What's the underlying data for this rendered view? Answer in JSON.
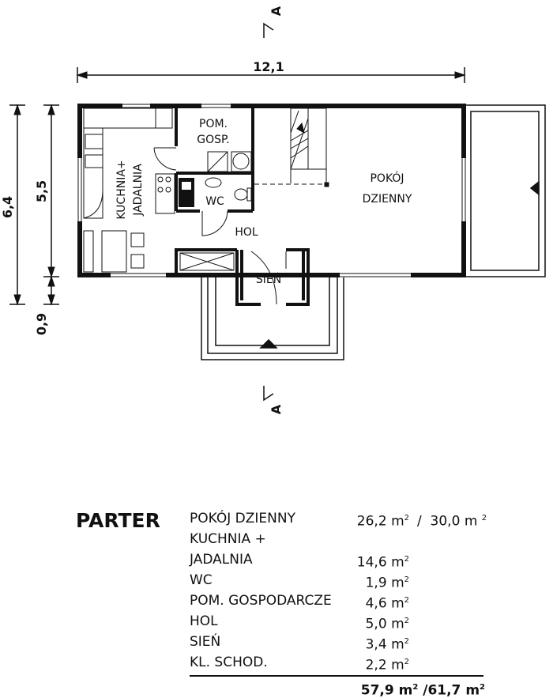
{
  "plan": {
    "dimension_width": "12,1",
    "dimension_total_depth": "6,4",
    "dimension_depth": "5,5",
    "dimension_porch": "0,9",
    "section_mark": "A",
    "rooms": {
      "living_line1": "POKÓJ",
      "living_line2": "DZIENNY",
      "utility_line1": "POM.",
      "utility_line2": "GOSP.",
      "kitchen_line1": "KUCHNIA+",
      "kitchen_line2": "JADALNIA",
      "wc": "WC",
      "hall": "HOL",
      "vestibule": "SIEŃ"
    }
  },
  "table": {
    "title": "PARTER",
    "unit": "m",
    "unit_exp": "2",
    "rows": [
      {
        "label": "POKÓJ DZIENNY",
        "value": "26,2",
        "value2": "30,0"
      },
      {
        "label": "KUCHNIA +",
        "value": ""
      },
      {
        "label": "JADALNIA",
        "value": "14,6"
      },
      {
        "label": "WC",
        "value": "1,9"
      },
      {
        "label": "POM. GOSPODARCZE",
        "value": "4,6"
      },
      {
        "label": "HOL",
        "value": "5,0"
      },
      {
        "label": "SIEŃ",
        "value": "3,4"
      },
      {
        "label": "KL. SCHOD.",
        "value": "2,2"
      }
    ],
    "total": "57,9",
    "total2": "61,7"
  }
}
